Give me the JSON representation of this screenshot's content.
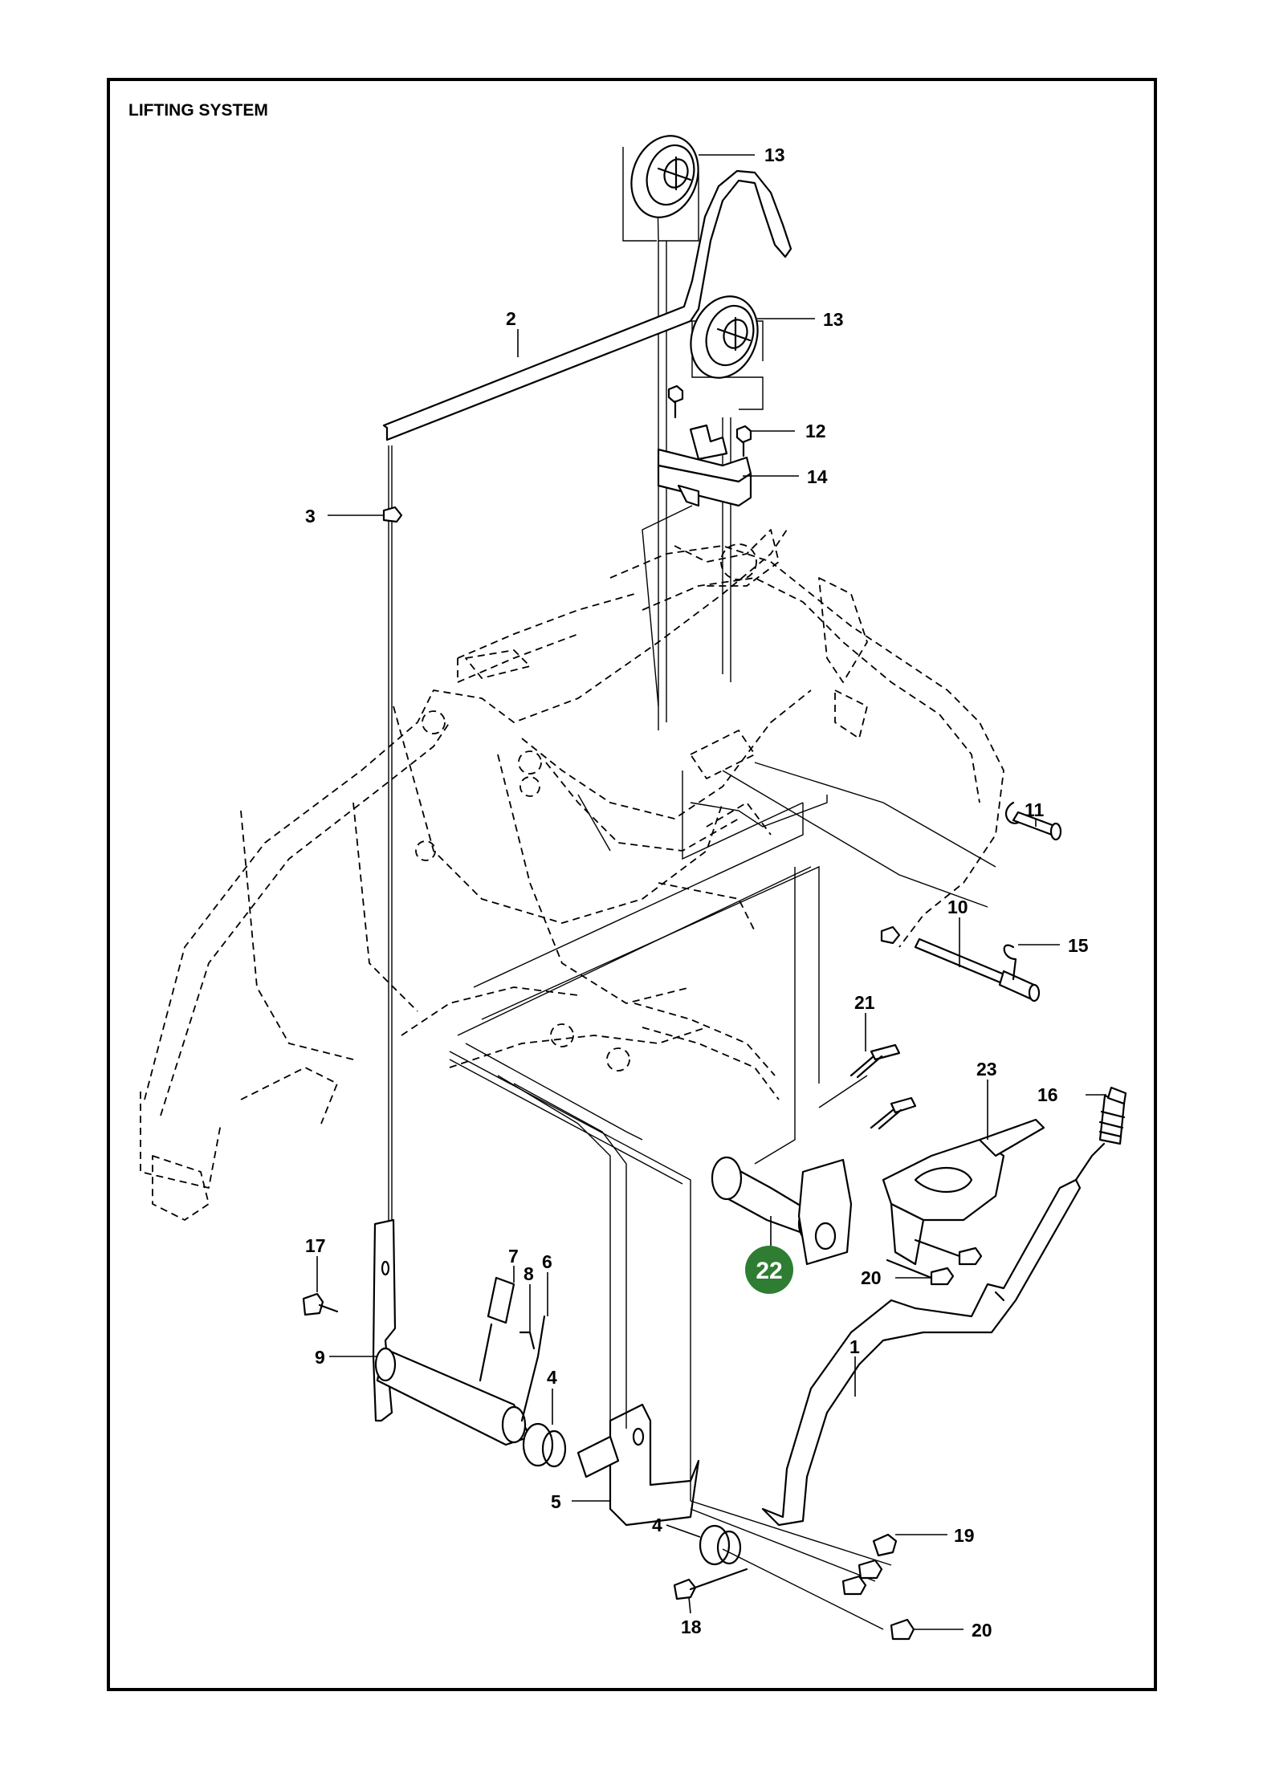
{
  "title": "LIFTING SYSTEM",
  "highlight": {
    "label": "22",
    "color": "#2e7d32",
    "text_color": "#ffffff"
  },
  "callouts": {
    "c1": "1",
    "c2": "2",
    "c3": "3",
    "c4a": "4",
    "c4b": "4",
    "c5": "5",
    "c6": "6",
    "c7": "7",
    "c8": "8",
    "c9": "9",
    "c10": "10",
    "c11": "11",
    "c12": "12",
    "c13a": "13",
    "c13b": "13",
    "c14": "14",
    "c15": "15",
    "c16": "16",
    "c17": "17",
    "c18": "18",
    "c19": "19",
    "c20a": "20",
    "c20b": "20",
    "c21": "21",
    "c23": "23"
  }
}
